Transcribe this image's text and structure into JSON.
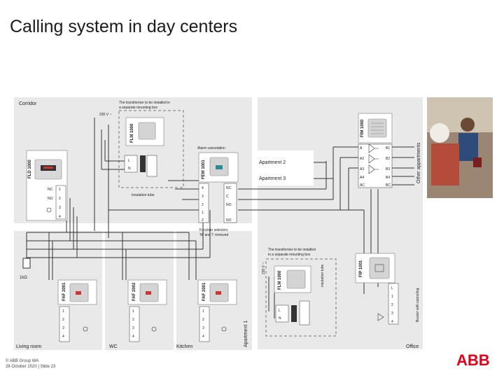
{
  "slide": {
    "title": "Calling system in day centers",
    "footer_line1": "© ABB Group WA",
    "footer_line2": "28 October 2020 | Slide 23",
    "logo_text": "ABB"
  },
  "rooms": {
    "corridor": "Corridor",
    "living_room": "Living room",
    "wc": "WC",
    "kitchen": "Kitchen",
    "office": "Office",
    "apartment_1": "Apartment 1",
    "apartment_2": "Apartment 2",
    "apartment_3": "Apartment 3",
    "other_apartments": "Other appartments"
  },
  "notes": {
    "transformer_top_1": "The transformer to be installed in",
    "transformer_top_2": "a separate mounting box",
    "transformer_bot_1": "The transformer to be installed",
    "transformer_bot_2": "in a separate mounting box",
    "alarm_cancelation": "Alarm cancelation",
    "insulation_tube": "Insulation tube",
    "insulation_tube_vertical": "insulation tube",
    "function_selector_1": "Function selectors",
    "function_selector_2": "'M' and 'I' removed",
    "buzzer": "Buzzer with canceling",
    "voltage": "230 V ~",
    "resistor": "1kΩ"
  },
  "devices": {
    "flm_1000_corridor": "FLM 1000",
    "fld_1000": "FLD 1000",
    "fem_1001": "FEM 1001",
    "fim_1000": "FIM 1000",
    "faf_2001_living": "FAF 2001",
    "faf_2002_wc": "FAF 2002",
    "faf_2001_kitchen": "FAF 2001",
    "flm_1000_office": "FLM 1000",
    "fip_1001": "FIP 1001"
  },
  "terminals": {
    "fld_left": [
      "NC",
      "NO",
      ""
    ],
    "fld_right": [
      "1",
      "2",
      "3",
      "4"
    ],
    "fem_left": [
      "4",
      "3",
      "2",
      "1",
      "Z"
    ],
    "fem_right": [
      "NC",
      "C",
      "NO",
      "",
      "NO"
    ],
    "fim_left": [
      "A",
      "A2",
      "A3",
      "A4",
      "AC"
    ],
    "fim_right": [
      "B1",
      "B2",
      "B3",
      "B4",
      "BC"
    ],
    "faf": [
      "1",
      "2",
      "3",
      "4"
    ],
    "fip": [
      "L",
      "1",
      "2",
      "3",
      "4"
    ],
    "ln": [
      "L",
      "N"
    ]
  }
}
